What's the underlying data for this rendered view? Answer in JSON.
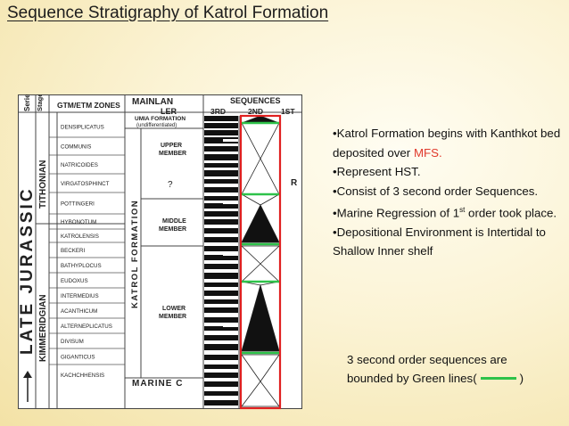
{
  "slide": {
    "title": "Sequence Stratigraphy of Katrol Formation"
  },
  "figure": {
    "col_series": "Series",
    "col_stages": "Stages",
    "col_zones": "GTM/ETM ZONES",
    "col_mainland": "MAINLAN",
    "col_ler": "LER",
    "col_sequences": "SEQUENCES",
    "seq_orders": [
      "3RD",
      "2ND",
      "1ST"
    ],
    "series_name": "LATE JURASSIC",
    "stage_upper": "TITHONIAN",
    "stage_lower": "KIMMERIDGIAN",
    "zones": [
      "DENSIPLICATUS",
      "COMMUNIS",
      "NATRICOIDES",
      "VIRGATOSPHINCT",
      "POTTINGERI",
      "HYBONOTUM",
      "KATROLENSIS",
      "BECKERI",
      "BATHYPLOCUS",
      "EUDOXUS",
      "INTERMEDIUS",
      "ACANTHICUM",
      "ALTERNEPLICATUS",
      "DIVISUM",
      "GIGANTICUS",
      "KACHCHHENSIS"
    ],
    "umia_label": "UMIA FORMATION",
    "umia_sub": "(undifferentiated)",
    "upper_member": [
      "UPPER",
      "MEMBER"
    ],
    "question_mark": "?",
    "middle_member": [
      "MIDDLE",
      "MEMBER"
    ],
    "lower_member": [
      "LOWER",
      "MEMBER"
    ],
    "katrol_label": "KATROL FORMATION",
    "marine_label": "MARINE C",
    "first_order_label": "R"
  },
  "bullets": {
    "b1": "•Katrol Formation begins with Kanthkot bed deposited over ",
    "b1_mfs": "MFS.",
    "b2": "•Represent HST.",
    "b3": "•Consist of 3 second order Sequences.",
    "b4_pre": "•Marine Regression of 1",
    "b4_sup": "st",
    "b4_post": " order took place.",
    "b5": "•Depositional Environment is Intertidal to Shallow Inner shelf"
  },
  "footnote": {
    "line1": "3 second order sequences are",
    "line2": "bounded by Green lines(",
    "close": ")"
  },
  "colors": {
    "green_boundary": "#2ec24a",
    "red_frame": "#e02020",
    "mfs_red": "#e03a2c"
  }
}
